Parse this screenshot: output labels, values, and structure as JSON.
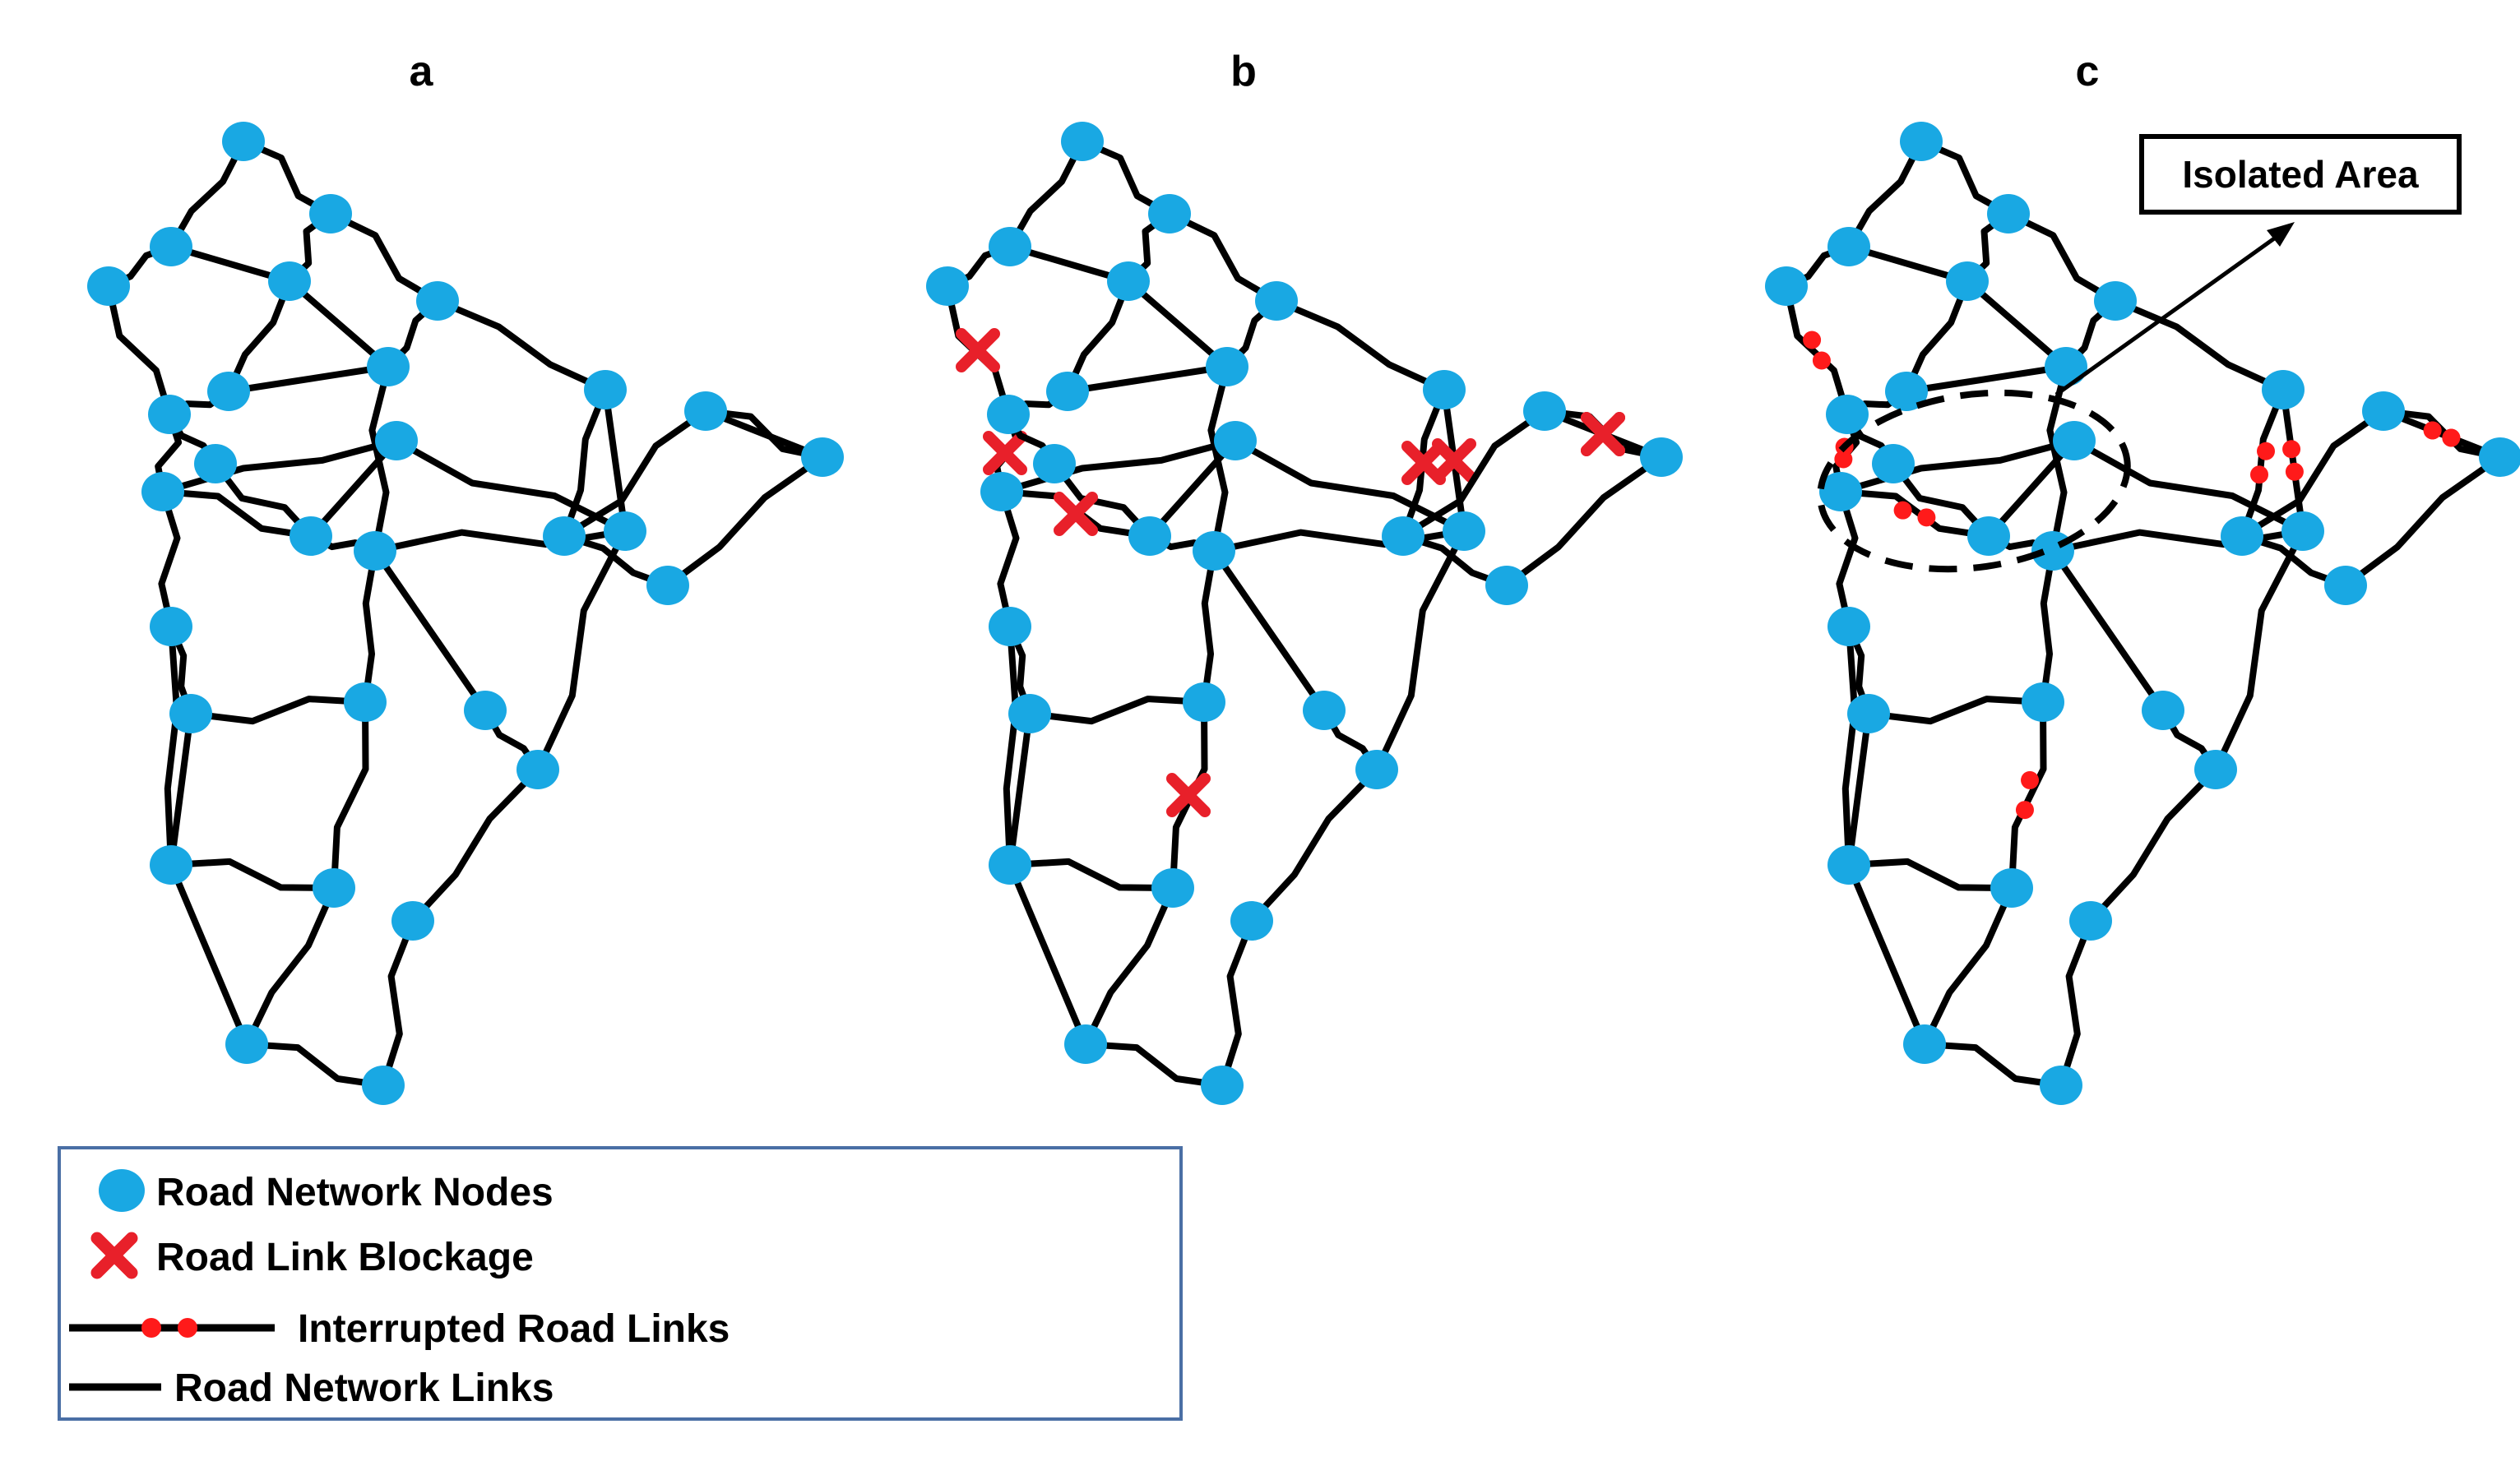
{
  "panels": [
    {
      "label": "a"
    },
    {
      "label": "b"
    },
    {
      "label": "c"
    }
  ],
  "callout": {
    "text": "Isolated Area"
  },
  "legend": {
    "nodes": "Road Network Nodes",
    "blockage": "Road Link Blockage",
    "interrupted": "Interrupted Road Links",
    "links": "Road Network Links"
  },
  "colors": {
    "node": "#19a8e3",
    "blockage": "#e8202a",
    "link": "#000000",
    "legend_border": "#4a6fa5"
  }
}
